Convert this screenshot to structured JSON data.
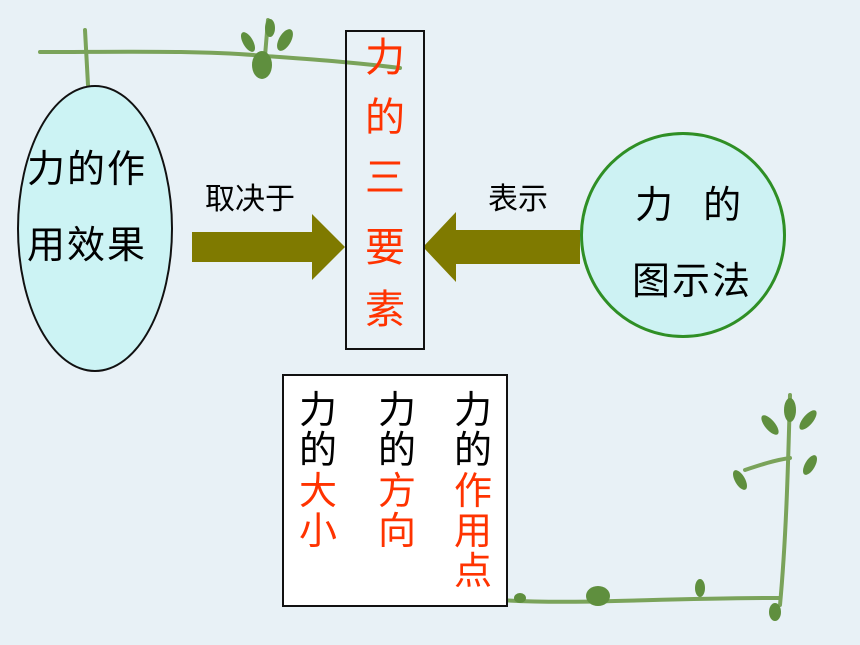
{
  "colors": {
    "background": "#e8f1f6",
    "red_text": "#ff3300",
    "arrow_fill": "#7f7a00",
    "left_ellipse_fill": "#ccf3f4",
    "right_ellipse_fill": "#cdf2f3",
    "right_ellipse_border": "#2f8f25"
  },
  "left_node": {
    "line1": "力的作",
    "line2": "用效果"
  },
  "right_node": {
    "line1": "力  的",
    "line2": "图示法"
  },
  "center_node": {
    "chars": [
      "力",
      "的",
      "三",
      "要",
      "素"
    ]
  },
  "edges": {
    "left_label": "取决于",
    "right_label": "表示"
  },
  "elements_box": {
    "columns": [
      {
        "prefix": [
          "力",
          "的"
        ],
        "suffix": [
          "大",
          "小"
        ]
      },
      {
        "prefix": [
          "力",
          "的"
        ],
        "suffix": [
          "方",
          "向"
        ]
      },
      {
        "prefix": [
          "力",
          "的"
        ],
        "suffix": [
          "作",
          "用",
          "点"
        ]
      }
    ]
  }
}
